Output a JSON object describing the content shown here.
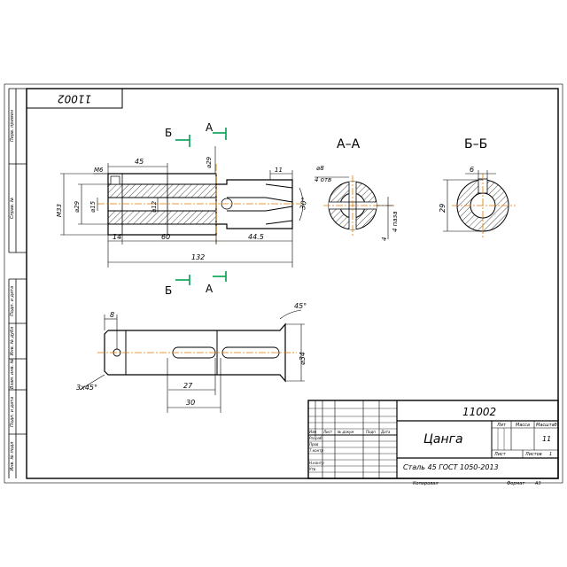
{
  "drawing": {
    "number": "11002",
    "number_stamp_rotated": "11002",
    "part_name": "Цанга",
    "material": "Сталь 45 ГОСТ 1050-2013",
    "sheet_format": "А3"
  },
  "views": {
    "section_aa_title": "А–А",
    "section_bb_title": "Б–Б",
    "cut_a": "А",
    "cut_b": "Б"
  },
  "dimensions": {
    "main": {
      "thread": "М6",
      "len_45": "45",
      "dia_29_top": "⌀29",
      "len_11": "11",
      "m33": "М33",
      "dia_29_left": "⌀29",
      "dia_15": "⌀15",
      "dia_12": "⌀12",
      "angle_30": "30°",
      "len_14": "14",
      "len_60": "60",
      "len_44_5": "44.5",
      "len_132": "132"
    },
    "aa": {
      "dia_8": "⌀8",
      "holes_4": "4 отв",
      "slots_4": "4 паза",
      "slot_w": "4"
    },
    "bb": {
      "key_6": "6",
      "dia_29": "29"
    },
    "bottom": {
      "dist_8": "8",
      "angle_45": "45°",
      "dia_34": "⌀34",
      "chamfer": "3х45°",
      "len_27": "27",
      "len_30": "30"
    }
  },
  "title_block": {
    "cols": [
      "Изм",
      "Лист",
      "№ докум",
      "Подп",
      "Дата"
    ],
    "rows": [
      "Разраб",
      "Пров",
      "Т.контр",
      "Н.контр",
      "Утв"
    ],
    "header_lit": "Лит",
    "header_mass": "Масса",
    "header_scale": "Масштаб",
    "scale_value": "11",
    "sheet_label": "Лист",
    "sheets_label": "Листов",
    "sheets_value": "1",
    "copied": "Копировал",
    "format": "Формат"
  },
  "side_column": {
    "labels": [
      "Перв. примен",
      "Справ. №",
      "Подп. и дата",
      "Инв. № дубл",
      "Взам. инв. №",
      "Подп. и дата",
      "Инв. № подл"
    ]
  }
}
